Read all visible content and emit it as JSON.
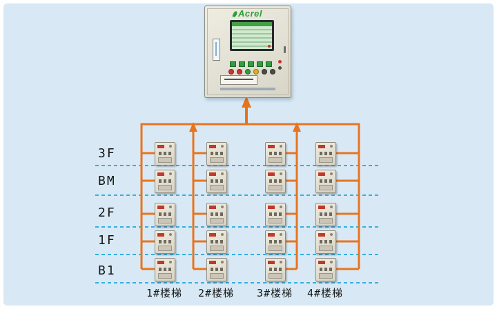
{
  "colors": {
    "accent": "#e8741e",
    "background": "#d8e9f5",
    "dashed_line": "#35aede",
    "brand_green": "#2e9e3c",
    "device_tag_red": "#c0392b"
  },
  "cabinet": {
    "brand": "Acrel",
    "button_row1_colors": [
      "#2f9e3f",
      "#2f9e3f",
      "#2f9e3f",
      "#2f9e3f",
      "#2f9e3f"
    ],
    "button_row2_colors": [
      "#cc3333",
      "#cc3333",
      "#2f9e3f",
      "#e0b020",
      "#4a4a46",
      "#4a4a46"
    ]
  },
  "floors": [
    {
      "label": "3F"
    },
    {
      "label": "BM"
    },
    {
      "label": "2F"
    },
    {
      "label": "1F"
    },
    {
      "label": "B1"
    }
  ],
  "stair_columns": [
    {
      "label": "1#楼梯"
    },
    {
      "label": "2#楼梯"
    },
    {
      "label": "3#楼梯"
    },
    {
      "label": "4#楼梯"
    }
  ],
  "devices": {
    "rows": 5,
    "cols": 4
  }
}
